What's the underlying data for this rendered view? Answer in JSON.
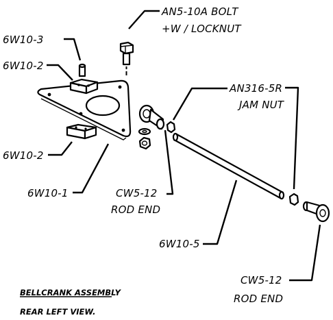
{
  "labels": {
    "bolt": "AN5-10A BOLT",
    "bolt_sub": "+W / LOCKNUT",
    "jam_nut": "AN316-5R",
    "jam_nut_sub": "JAM NUT",
    "spacer_top": "6W10-3",
    "block_top": "6W10-2",
    "block_bottom": "6W10-2",
    "plate": "6W10-1",
    "rod_end_left": "CW5-12",
    "rod_end_left_sub": "ROD END",
    "rod": "6W10-5",
    "rod_end_right": "CW5-12",
    "rod_end_right_sub": "ROD END"
  },
  "caption": {
    "title": "BELLCRANK ASSEMBLY",
    "subtitle": "REAR LEFT VIEW."
  }
}
